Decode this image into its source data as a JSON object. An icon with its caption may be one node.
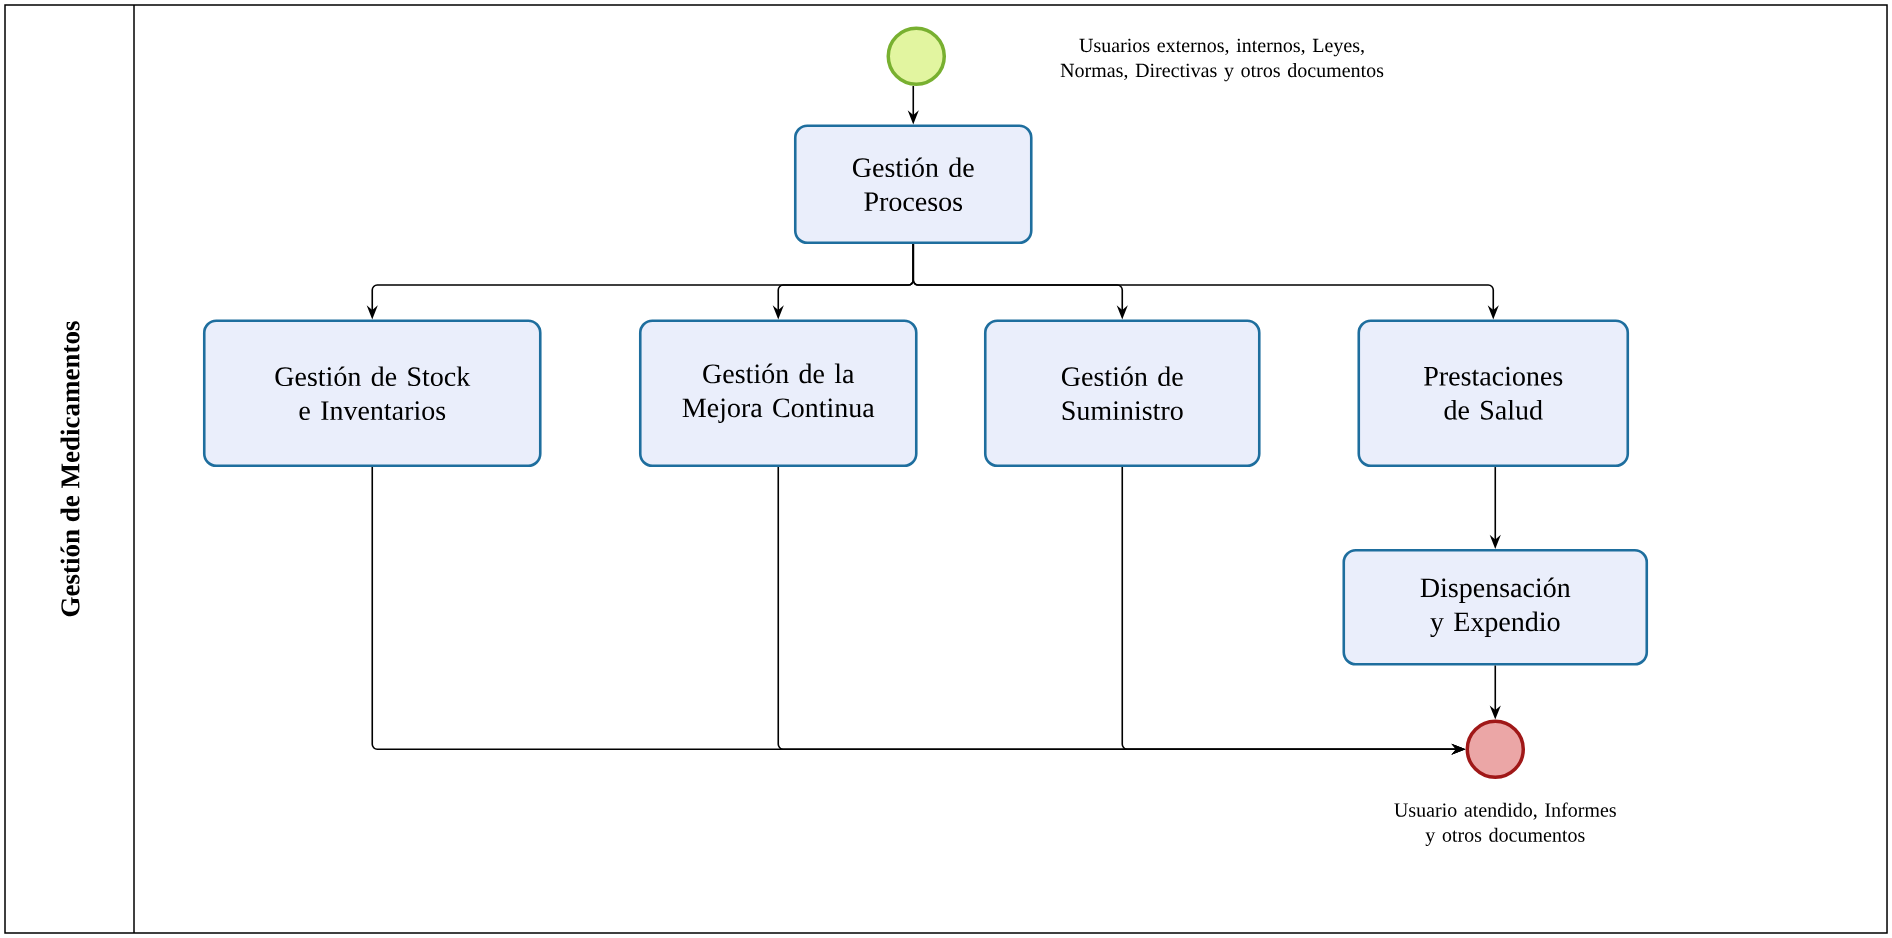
{
  "diagram": {
    "nodes": [
      {
        "text": [
          "Gestión de Medicamentos"
        ]
      },
      {
        "text": [],
        "shape": "circle",
        "in": 0
      },
      {
        "text": [
          "Gestión de Procesos"
        ],
        "in": 0
      },
      {
        "text": [
          "Gestión de Stock e Inventarios"
        ],
        "in": 0
      },
      {
        "text": [
          "Gestión de la Mejora Continua"
        ],
        "in": 0
      },
      {
        "text": [
          "Gestión de Suministro"
        ],
        "in": 0
      },
      {
        "text": [
          "Prestaciones de Salud"
        ],
        "in": 0
      },
      {
        "text": [
          "Dispensación y Expendio"
        ],
        "in": 0
      },
      {
        "text": [],
        "shape": "circle",
        "in": 0,
        "beside": [
          "Usuario atendido, Informes y otros documentos"
        ]
      }
    ],
    "edges": [
      {
        "from": 1,
        "to": 2,
        "arrow": "to"
      },
      {
        "from": 2,
        "to": 3,
        "arrow": "to"
      },
      {
        "from": 2,
        "to": 4,
        "arrow": "to"
      },
      {
        "from": 2,
        "to": 5,
        "arrow": "to"
      },
      {
        "from": 2,
        "to": 6,
        "arrow": "to"
      },
      {
        "from": 6,
        "to": 7,
        "arrow": "to"
      },
      {
        "from": 7,
        "to": 8,
        "arrow": "to"
      },
      {
        "from": 3,
        "to": 8,
        "arrow": "to"
      },
      {
        "from": 4,
        "to": 8,
        "arrow": "to"
      },
      {
        "from": 5,
        "to": 8,
        "arrow": "to"
      }
    ],
    "labels": [
      "Usuarios externos, internos, Leyes, Normas, Directivas y otros documentos"
    ]
  }
}
